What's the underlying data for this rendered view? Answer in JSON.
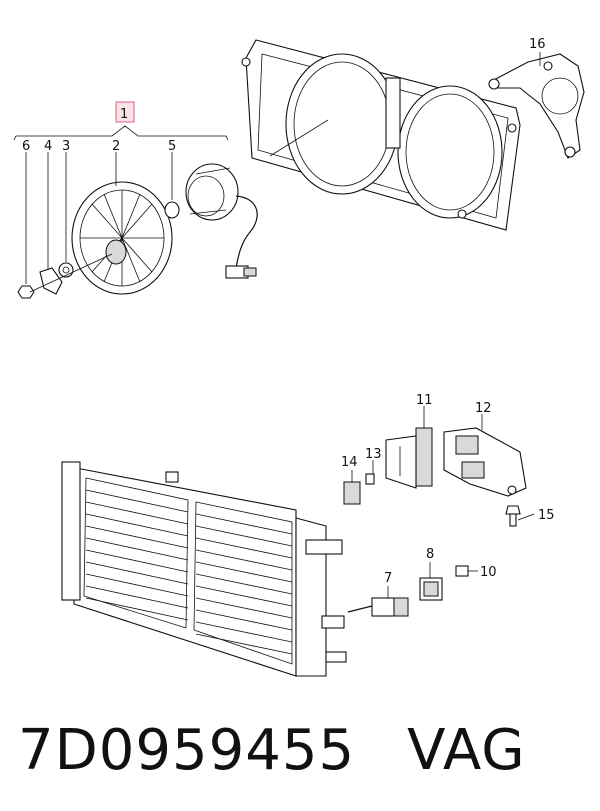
{
  "callouts": {
    "c1": "1",
    "c2": "2",
    "c3": "3",
    "c4": "4",
    "c5": "5",
    "c6": "6",
    "c7": "7",
    "c8": "8",
    "c10": "10",
    "c11": "11",
    "c12": "12",
    "c13": "13",
    "c14": "14",
    "c15": "15",
    "c16": "16"
  },
  "caption": {
    "part_number": "7D0959455",
    "brand": "VAG"
  },
  "colors": {
    "highlight_box": "#e0607a",
    "highlight_fill": "#fbe3e8",
    "ink": "#111111"
  }
}
